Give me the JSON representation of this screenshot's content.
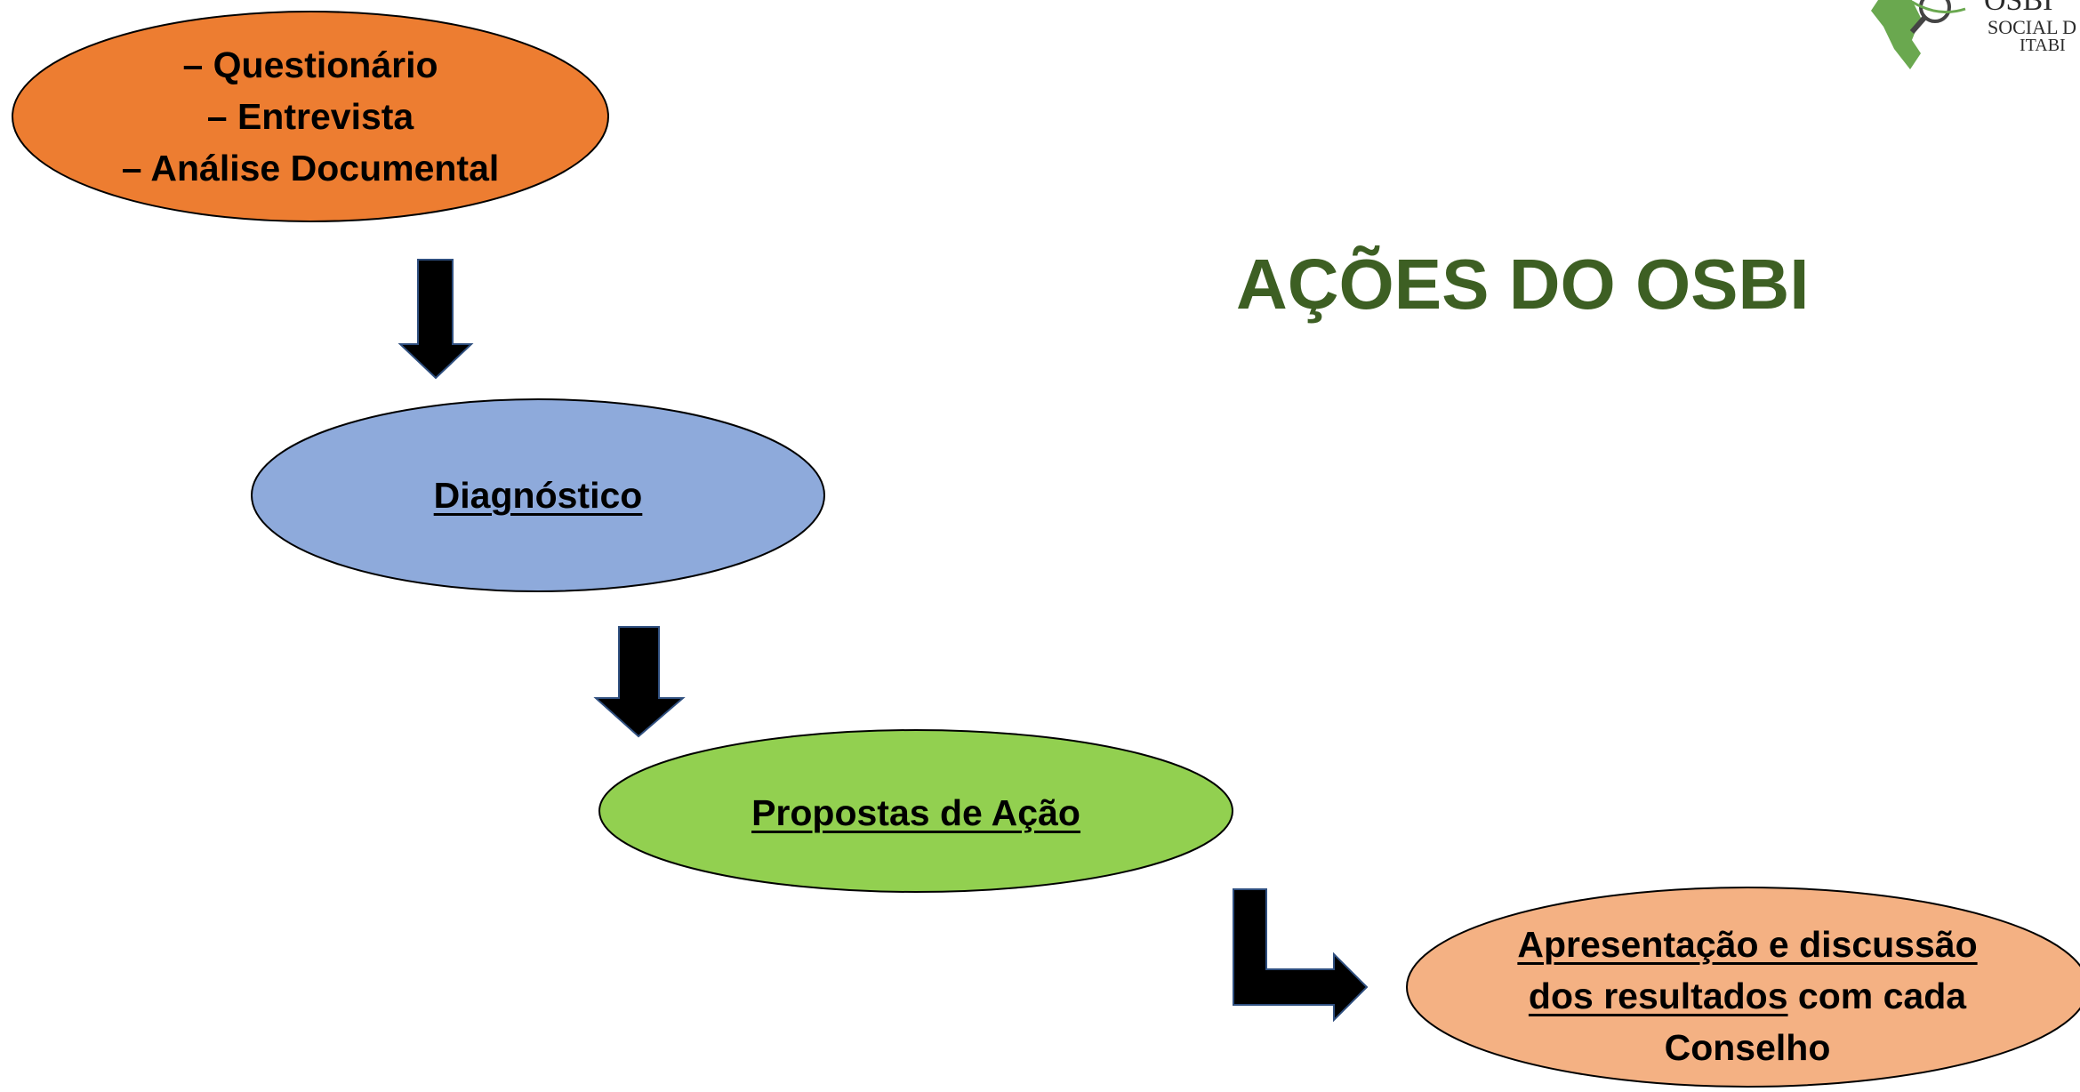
{
  "title": "AÇÕES DO OSBI",
  "logo": {
    "line1": "OSBI",
    "line2": "SOCIAL D",
    "line3": "ITABI"
  },
  "nodes": {
    "methods": {
      "lines": [
        "– Questionário",
        "– Entrevista",
        "– Análise Documental"
      ]
    },
    "diagnostico": {
      "label": "Diagnóstico"
    },
    "propostas": {
      "label": "Propostas de Ação"
    },
    "apresentacao": {
      "line1": "Apresentação e discussão",
      "line2_underlined": "dos resultados",
      "line2_rest": " com cada",
      "line3": "Conselho"
    }
  },
  "colors": {
    "title": "#3d5f23",
    "methods_fill": "#ed7d31",
    "diagnostico_fill": "#8eaadb",
    "propostas_fill": "#92d050",
    "apresentacao_fill": "#f4b183",
    "arrow_fill": "#000000",
    "arrow_stroke": "#2f4f7f",
    "logo_green": "#6aa84f"
  }
}
